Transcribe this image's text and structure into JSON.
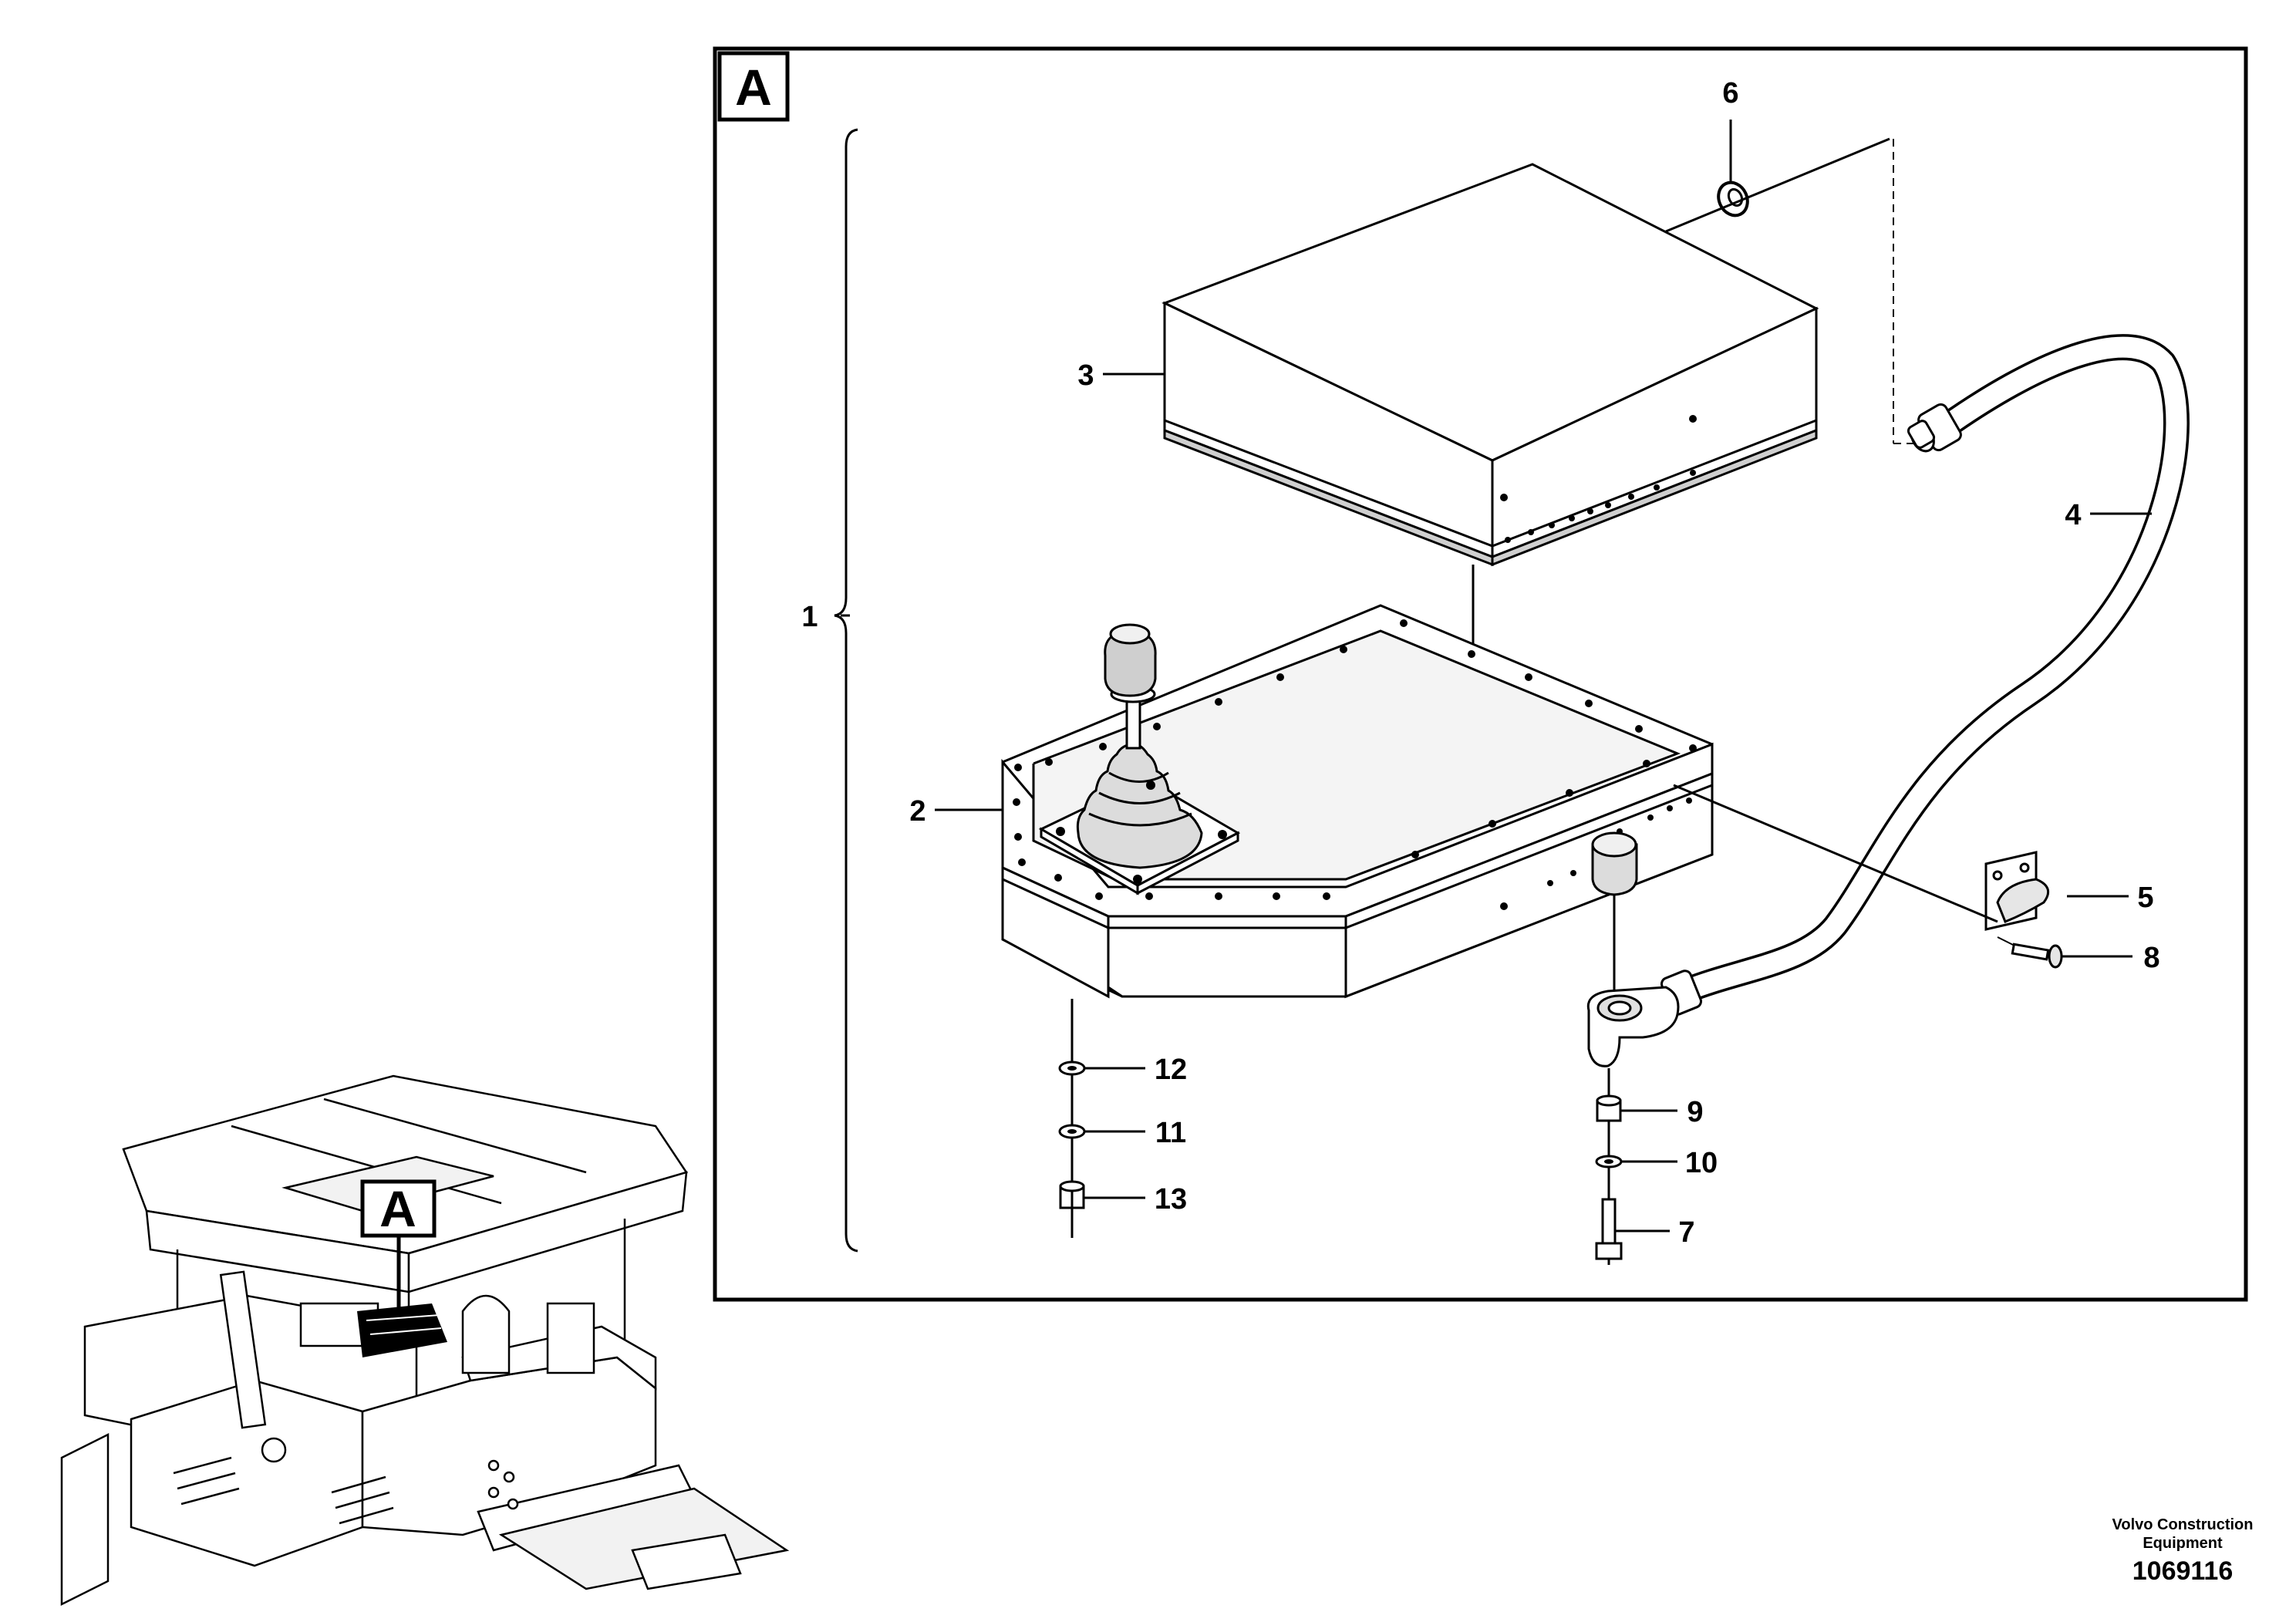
{
  "detail_view": {
    "label": "A",
    "callouts": [
      {
        "id": "1",
        "text": "1"
      },
      {
        "id": "2",
        "text": "2"
      },
      {
        "id": "3",
        "text": "3"
      },
      {
        "id": "4",
        "text": "4"
      },
      {
        "id": "5",
        "text": "5"
      },
      {
        "id": "6",
        "text": "6"
      },
      {
        "id": "7",
        "text": "7"
      },
      {
        "id": "8",
        "text": "8"
      },
      {
        "id": "9",
        "text": "9"
      },
      {
        "id": "10",
        "text": "10"
      },
      {
        "id": "11",
        "text": "11"
      },
      {
        "id": "12",
        "text": "12"
      },
      {
        "id": "13",
        "text": "13"
      }
    ]
  },
  "overview": {
    "marker_label": "A"
  },
  "footer": {
    "brand_line1": "Volvo Construction",
    "brand_line2": "Equipment",
    "drawing_number": "1069116"
  }
}
